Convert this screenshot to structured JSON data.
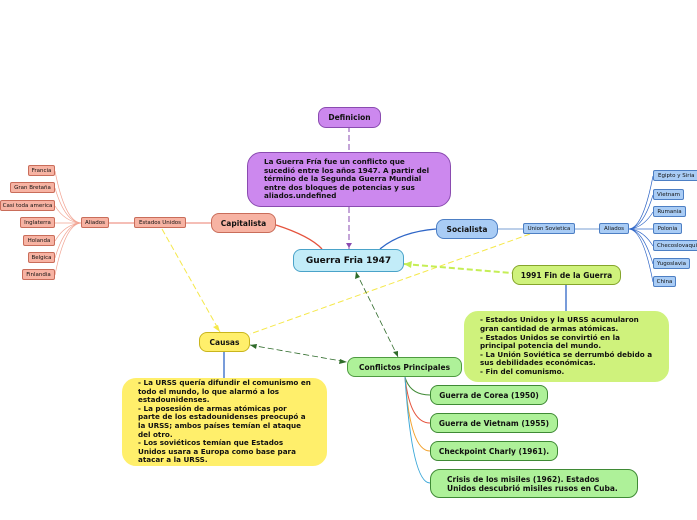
{
  "central": "Guerra Fria 1947",
  "definicion": {
    "label": "Definicion",
    "text": "La Guerra Fría fue un conflicto que sucedió entre los años 1947. A partir del término de la Segunda Guerra Mundial entre dos bloques de potencias y sus aliados.undefined"
  },
  "capitalista": {
    "label": "Capitalista",
    "estados_unidos": "Estados Unidos",
    "aliados_label": "Aliados",
    "aliados": [
      "Francia",
      "Gran Bretaña",
      "Casi toda america",
      "Inglaterra",
      "Holanda",
      "Belgica",
      "Finlandia"
    ]
  },
  "socialista": {
    "label": "Socialista",
    "union_sovietica": "Union Sovietica",
    "aliados_label": "Aliados",
    "aliados": [
      "Egipto y Siria",
      "Vietnam",
      "Rumania",
      "Polonia",
      "Checoslovaquia",
      "Yugoslavia",
      "China"
    ]
  },
  "causas": {
    "label": "Causas",
    "text": "- La URSS quería difundir el comunismo en todo el mundo, lo que alarmó a los estadounidenses.\n- La posesión de armas atómicas por parte de los estadounidenses preocupó a la URSS; ambos países temían el ataque del otro.\n- Los soviéticos temían que Estados Unidos usara a Europa como base para atacar a la URSS."
  },
  "fin": {
    "label": "1991 Fin de la Guerra",
    "text": "- Estados Unidos y la URSS acumularon gran cantidad de armas atómicas.\n- Estados Unidos se convirtió en la principal potencia del mundo.\n- La Unión Soviética se derrumbó debido a sus debilidades económicas.\n- Fin del comunismo."
  },
  "conflictos": {
    "label": "Conflictos Principales",
    "items": [
      "Guerra de Corea (1950)",
      "Guerra de Vietnam (1955)",
      "Checkpoint Charly (1961).",
      "Crisis de los misiles (1962). Estados Unidos descubrió misiles rusos en Cuba."
    ]
  }
}
